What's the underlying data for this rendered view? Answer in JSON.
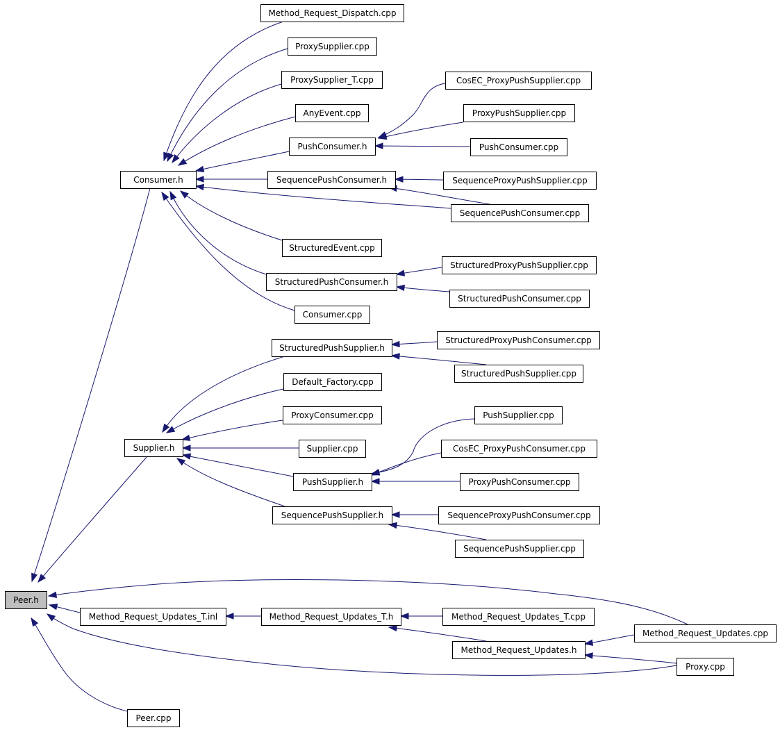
{
  "colors": {
    "edge": "#191970",
    "node_border": "#000000",
    "node_fill": "#ffffff",
    "root_fill": "#bfbfbf"
  },
  "root": "peer_h",
  "nodes": [
    {
      "id": "peer_h",
      "label": "Peer.h"
    },
    {
      "id": "consumer_h",
      "label": "Consumer.h"
    },
    {
      "id": "supplier_h",
      "label": "Supplier.h"
    },
    {
      "id": "mru_t_inl",
      "label": "Method_Request_Updates_T.inl"
    },
    {
      "id": "peer_cpp",
      "label": "Peer.cpp"
    },
    {
      "id": "mrd_cpp",
      "label": "Method_Request_Dispatch.cpp"
    },
    {
      "id": "proxysupplier_cpp",
      "label": "ProxySupplier.cpp"
    },
    {
      "id": "proxysupplier_t_cpp",
      "label": "ProxySupplier_T.cpp"
    },
    {
      "id": "anyevent_cpp",
      "label": "AnyEvent.cpp"
    },
    {
      "id": "pushconsumer_h",
      "label": "PushConsumer.h"
    },
    {
      "id": "seqpushconsumer_h",
      "label": "SequencePushConsumer.h"
    },
    {
      "id": "structuredevent_cpp",
      "label": "StructuredEvent.cpp"
    },
    {
      "id": "structpushconsumer_h",
      "label": "StructuredPushConsumer.h"
    },
    {
      "id": "consumer_cpp",
      "label": "Consumer.cpp"
    },
    {
      "id": "cosec_pps_cpp",
      "label": "CosEC_ProxyPushSupplier.cpp"
    },
    {
      "id": "pps_cpp",
      "label": "ProxyPushSupplier.cpp"
    },
    {
      "id": "pushconsumer_cpp",
      "label": "PushConsumer.cpp"
    },
    {
      "id": "seqpps_cpp",
      "label": "SequenceProxyPushSupplier.cpp"
    },
    {
      "id": "seqpushconsumer_cpp",
      "label": "SequencePushConsumer.cpp"
    },
    {
      "id": "structpps_cpp",
      "label": "StructuredProxyPushSupplier.cpp"
    },
    {
      "id": "structpushconsumer_cpp",
      "label": "StructuredPushConsumer.cpp"
    },
    {
      "id": "structpushsupplier_h",
      "label": "StructuredPushSupplier.h"
    },
    {
      "id": "default_factory_cpp",
      "label": "Default_Factory.cpp"
    },
    {
      "id": "proxyconsumer_cpp",
      "label": "ProxyConsumer.cpp"
    },
    {
      "id": "supplier_cpp",
      "label": "Supplier.cpp"
    },
    {
      "id": "pushsupplier_h",
      "label": "PushSupplier.h"
    },
    {
      "id": "seqpushsupplier_h",
      "label": "SequencePushSupplier.h"
    },
    {
      "id": "structppc_cpp",
      "label": "StructuredProxyPushConsumer.cpp"
    },
    {
      "id": "structpushsupplier_cpp",
      "label": "StructuredPushSupplier.cpp"
    },
    {
      "id": "pushsupplier_cpp",
      "label": "PushSupplier.cpp"
    },
    {
      "id": "cosec_ppc_cpp",
      "label": "CosEC_ProxyPushConsumer.cpp"
    },
    {
      "id": "ppc_cpp",
      "label": "ProxyPushConsumer.cpp"
    },
    {
      "id": "seqppc_cpp",
      "label": "SequenceProxyPushConsumer.cpp"
    },
    {
      "id": "seqpushsupplier_cpp",
      "label": "SequencePushSupplier.cpp"
    },
    {
      "id": "mru_t_h",
      "label": "Method_Request_Updates_T.h"
    },
    {
      "id": "mru_t_cpp",
      "label": "Method_Request_Updates_T.cpp"
    },
    {
      "id": "mru_h",
      "label": "Method_Request_Updates.h"
    },
    {
      "id": "mru_cpp",
      "label": "Method_Request_Updates.cpp"
    },
    {
      "id": "proxy_cpp",
      "label": "Proxy.cpp"
    }
  ],
  "edges": [
    {
      "from": "consumer_h",
      "to": "peer_h"
    },
    {
      "from": "supplier_h",
      "to": "peer_h"
    },
    {
      "from": "mru_t_inl",
      "to": "peer_h"
    },
    {
      "from": "peer_cpp",
      "to": "peer_h"
    },
    {
      "from": "mru_cpp",
      "to": "peer_h"
    },
    {
      "from": "proxy_cpp",
      "to": "peer_h"
    },
    {
      "from": "mrd_cpp",
      "to": "consumer_h"
    },
    {
      "from": "proxysupplier_cpp",
      "to": "consumer_h"
    },
    {
      "from": "proxysupplier_t_cpp",
      "to": "consumer_h"
    },
    {
      "from": "anyevent_cpp",
      "to": "consumer_h"
    },
    {
      "from": "pushconsumer_h",
      "to": "consumer_h"
    },
    {
      "from": "seqpushconsumer_h",
      "to": "consumer_h"
    },
    {
      "from": "seqpushconsumer_cpp",
      "to": "consumer_h"
    },
    {
      "from": "structuredevent_cpp",
      "to": "consumer_h"
    },
    {
      "from": "structpushconsumer_h",
      "to": "consumer_h"
    },
    {
      "from": "consumer_cpp",
      "to": "consumer_h"
    },
    {
      "from": "cosec_pps_cpp",
      "to": "pushconsumer_h"
    },
    {
      "from": "pps_cpp",
      "to": "pushconsumer_h"
    },
    {
      "from": "pushconsumer_cpp",
      "to": "pushconsumer_h"
    },
    {
      "from": "seqpps_cpp",
      "to": "seqpushconsumer_h"
    },
    {
      "from": "seqpushconsumer_cpp",
      "to": "seqpushconsumer_h"
    },
    {
      "from": "structpps_cpp",
      "to": "structpushconsumer_h"
    },
    {
      "from": "structpushconsumer_cpp",
      "to": "structpushconsumer_h"
    },
    {
      "from": "structpushsupplier_h",
      "to": "supplier_h"
    },
    {
      "from": "default_factory_cpp",
      "to": "supplier_h"
    },
    {
      "from": "proxyconsumer_cpp",
      "to": "supplier_h"
    },
    {
      "from": "supplier_cpp",
      "to": "supplier_h"
    },
    {
      "from": "pushsupplier_h",
      "to": "supplier_h"
    },
    {
      "from": "seqpushsupplier_h",
      "to": "supplier_h"
    },
    {
      "from": "structppc_cpp",
      "to": "structpushsupplier_h"
    },
    {
      "from": "structpushsupplier_cpp",
      "to": "structpushsupplier_h"
    },
    {
      "from": "pushsupplier_cpp",
      "to": "pushsupplier_h"
    },
    {
      "from": "cosec_ppc_cpp",
      "to": "pushsupplier_h"
    },
    {
      "from": "ppc_cpp",
      "to": "pushsupplier_h"
    },
    {
      "from": "seqppc_cpp",
      "to": "seqpushsupplier_h"
    },
    {
      "from": "seqpushsupplier_cpp",
      "to": "seqpushsupplier_h"
    },
    {
      "from": "mru_t_h",
      "to": "mru_t_inl"
    },
    {
      "from": "mru_t_cpp",
      "to": "mru_t_h"
    },
    {
      "from": "mru_h",
      "to": "mru_t_h"
    },
    {
      "from": "mru_cpp",
      "to": "mru_h"
    },
    {
      "from": "proxy_cpp",
      "to": "mru_h"
    }
  ]
}
